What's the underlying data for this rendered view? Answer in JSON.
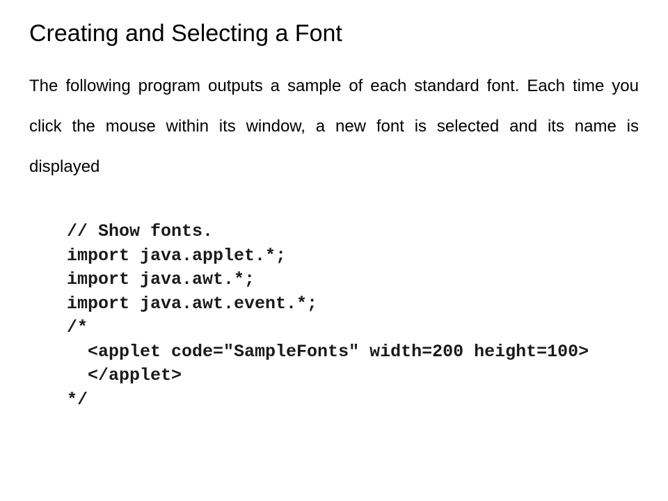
{
  "slide": {
    "title": "Creating and Selecting a Font",
    "paragraph": "The following program outputs a sample of each standard font. Each time you click  the mouse within its window, a new font is selected and its name is displayed",
    "code_lines": [
      "// Show fonts.",
      "import java.applet.*;",
      "import java.awt.*;",
      "import java.awt.event.*;",
      "/*",
      "  <applet code=\"SampleFonts\" width=200 height=100>",
      "  </applet>",
      "*/"
    ]
  }
}
